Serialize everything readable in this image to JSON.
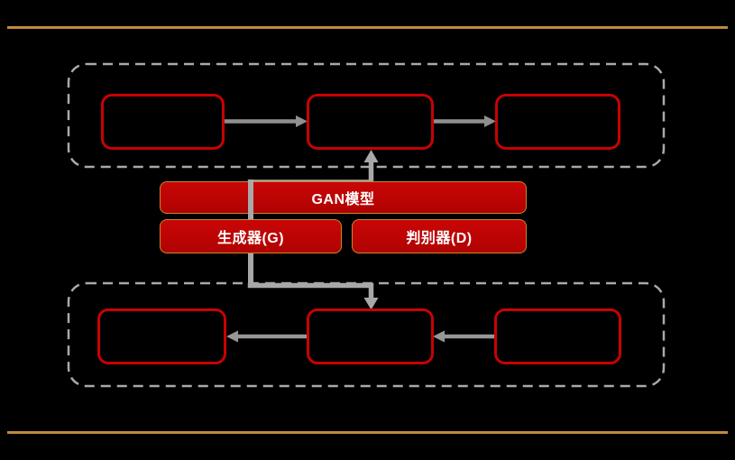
{
  "page": {
    "background": "#000000"
  },
  "dividers": {
    "color": "#BE8A3E"
  },
  "diagram": {
    "gan_model": {
      "label": "GAN模型",
      "fill": "#BD0404",
      "border": "#C8882C",
      "text_color": "#FFFFFF"
    },
    "generator": {
      "label": "生成器(G)",
      "fill": "#BD0404",
      "border": "#C8882C",
      "text_color": "#FFFFFF"
    },
    "discriminator": {
      "label": "判别器(D)",
      "fill": "#BD0404",
      "border": "#C8882C",
      "text_color": "#FFFFFF"
    },
    "top_flow": {
      "direction": "left-to-right",
      "boxes": [
        "",
        "",
        ""
      ],
      "box_border_color": "#C80202"
    },
    "bottom_flow": {
      "direction": "right-to-left",
      "boxes": [
        "",
        "",
        ""
      ],
      "box_border_color": "#C80202"
    },
    "container_border_color": "#A9A9A9",
    "flow_arrow_color": "#8F8F8F",
    "connector_color": "#A8A8A8"
  }
}
